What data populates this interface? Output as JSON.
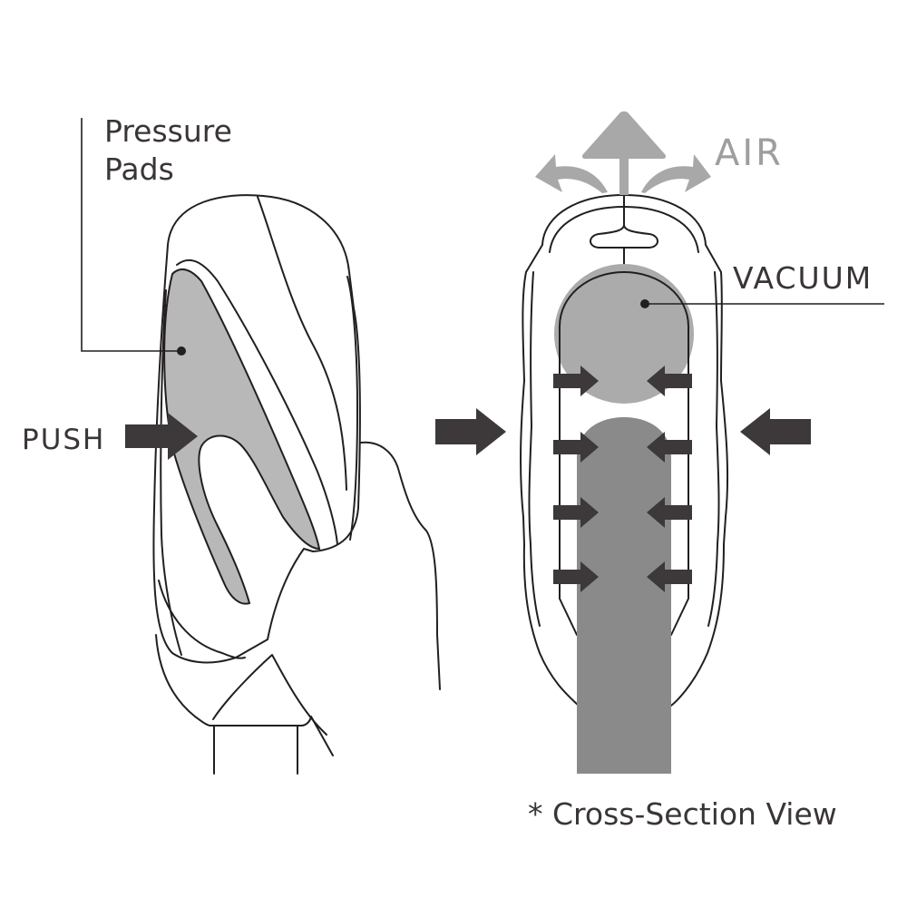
{
  "labels": {
    "pressure_pads_line1": "Pressure",
    "pressure_pads_line2": "Pads",
    "push": "PUSH",
    "air": "AIR",
    "vacuum": "VACUUM",
    "cross_section": "* Cross-Section View"
  },
  "colors": {
    "text_dark": "#3a3536",
    "text_air": "#9e9e9e",
    "arrow_dark": "#3d3839",
    "air_arrow": "#a8a8a8",
    "pad_fill": "#b8b8b8",
    "vacuum_fill": "#ababab",
    "shaft_fill": "#8a8a8a",
    "outline": "#231f20"
  }
}
